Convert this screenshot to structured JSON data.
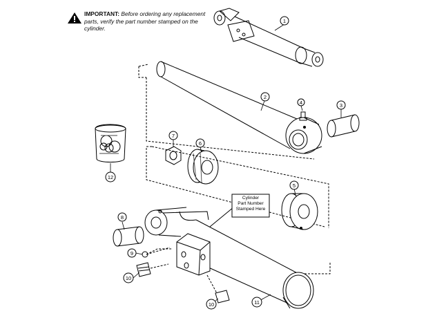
{
  "notice": {
    "heading": "IMPORTANT:",
    "body": " Before ordering any replacement parts, verify the part number stamped on the cylinder."
  },
  "label": {
    "line1": "Cylinder",
    "line2": "Part Number",
    "line3": "Stamped Here"
  },
  "callouts": [
    "1",
    "2",
    "3",
    "4",
    "5",
    "6",
    "7",
    "8",
    "9",
    "10",
    "10",
    "11",
    "12"
  ]
}
